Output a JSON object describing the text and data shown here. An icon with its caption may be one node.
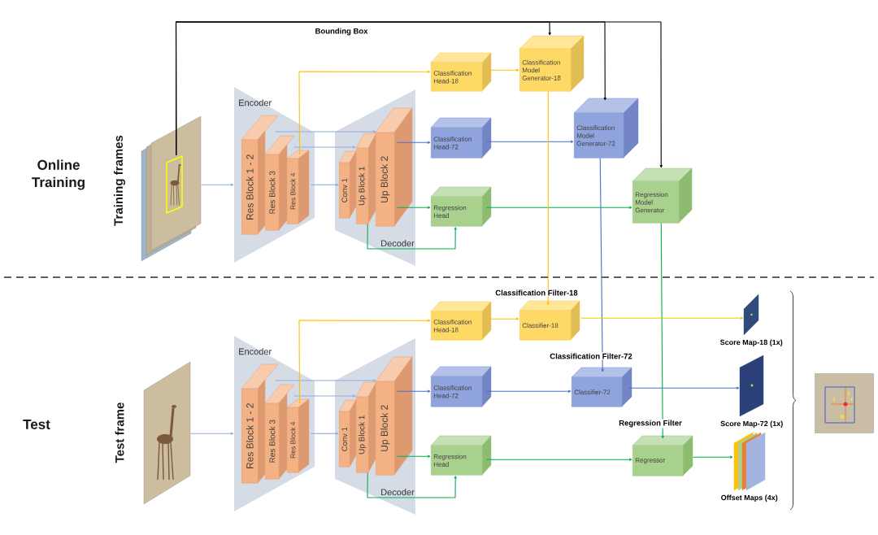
{
  "diagram": {
    "nodes": [
      {
        "text": [],
        "shape": "picture"
      },
      {
        "text": [
          "Encoder"
        ]
      },
      {
        "text": [
          "Res Block 1 - 2"
        ],
        "in": 1
      },
      {
        "text": [
          "Res Block 3"
        ],
        "in": 1
      },
      {
        "text": [
          "Res Block 4"
        ],
        "in": 1
      },
      {
        "text": [
          "Decoder"
        ]
      },
      {
        "text": [
          "Conv 1"
        ],
        "in": 5
      },
      {
        "text": [
          "Up Block 1"
        ],
        "in": 5
      },
      {
        "text": [
          "Up Block 2"
        ],
        "in": 5
      },
      {
        "text": [
          "Classification Head-18"
        ]
      },
      {
        "text": [
          "Classification Head-72"
        ]
      },
      {
        "text": [
          "Regression Head"
        ]
      },
      {
        "text": [
          "Classification Model Generator-18"
        ]
      },
      {
        "text": [
          "Classification Model Generator-72"
        ]
      },
      {
        "text": [
          "Regression Model Generator"
        ]
      },
      {
        "text": [],
        "shape": "picture"
      },
      {
        "text": [
          "Encoder"
        ]
      },
      {
        "text": [
          "Res Block 1 - 2"
        ],
        "in": 16
      },
      {
        "text": [
          "Res Block 3"
        ],
        "in": 16
      },
      {
        "text": [
          "Res Block 4"
        ],
        "in": 16
      },
      {
        "text": [
          "Decoder"
        ]
      },
      {
        "text": [
          "Conv 1"
        ],
        "in": 20
      },
      {
        "text": [
          "Up Block 1"
        ],
        "in": 20
      },
      {
        "text": [
          "Up Block 2"
        ],
        "in": 20
      },
      {
        "text": [
          "Classification Head-18"
        ]
      },
      {
        "text": [
          "Classification Head-72"
        ]
      },
      {
        "text": [
          "Regression Head"
        ]
      },
      {
        "text": [
          "Classifier-18"
        ]
      },
      {
        "text": [
          "Classifier-72"
        ]
      },
      {
        "text": [
          "Regressor"
        ]
      },
      {
        "text": [],
        "shape": "picture",
        "beside": [
          "Score Map-18 (1x)"
        ]
      },
      {
        "text": [],
        "shape": "picture",
        "beside": [
          "Score Map-72 (1x)"
        ]
      },
      {
        "text": [],
        "shape": "box",
        "beside": [
          "Offset Maps (4x)"
        ]
      }
    ],
    "edges": [
      {
        "from": 0,
        "to": 12,
        "arrow": "to",
        "label": "Bounding Box",
        "color": "#000000"
      },
      {
        "from": 0,
        "to": 13,
        "arrow": "to",
        "color": "#000000"
      },
      {
        "from": 0,
        "to": 14,
        "arrow": "to",
        "color": "#000000"
      },
      {
        "from": 0,
        "to": 1,
        "arrow": "to",
        "color": "#8faadc"
      },
      {
        "from": 2,
        "to": 8,
        "arrow": "to",
        "color": "#8faadc"
      },
      {
        "from": 3,
        "to": 7,
        "arrow": "to",
        "color": "#8faadc"
      },
      {
        "from": 4,
        "to": 6,
        "arrow": "to",
        "color": "#8faadc"
      },
      {
        "from": 4,
        "to": 9,
        "arrow": "to",
        "color": "#ffc000"
      },
      {
        "from": 8,
        "to": 10,
        "arrow": "to",
        "color": "#4472c4"
      },
      {
        "from": 8,
        "to": 11,
        "arrow": "to",
        "color": "#00b050"
      },
      {
        "from": 7,
        "to": 11,
        "arrow": "to",
        "color": "#00b050"
      },
      {
        "from": 9,
        "to": 12,
        "arrow": "to",
        "color": "#ffc000"
      },
      {
        "from": 10,
        "to": 13,
        "arrow": "to",
        "color": "#4472c4"
      },
      {
        "from": 11,
        "to": 14,
        "arrow": "to",
        "color": "#00b050"
      },
      {
        "from": 12,
        "to": 27,
        "arrow": "to",
        "label": "Classification Filter-18",
        "color": "#ffc000"
      },
      {
        "from": 13,
        "to": 28,
        "arrow": "to",
        "label": "Classification Filter-72",
        "color": "#4472c4"
      },
      {
        "from": 14,
        "to": 29,
        "arrow": "to",
        "label": "Regression Filter",
        "color": "#00b050"
      },
      {
        "from": 15,
        "to": 16,
        "arrow": "to",
        "color": "#8faadc"
      },
      {
        "from": 17,
        "to": 23,
        "arrow": "to",
        "color": "#8faadc"
      },
      {
        "from": 18,
        "to": 22,
        "arrow": "to",
        "color": "#8faadc"
      },
      {
        "from": 19,
        "to": 21,
        "arrow": "to",
        "color": "#8faadc"
      },
      {
        "from": 19,
        "to": 24,
        "arrow": "to",
        "color": "#ffc000"
      },
      {
        "from": 23,
        "to": 25,
        "arrow": "to",
        "color": "#4472c4"
      },
      {
        "from": 23,
        "to": 26,
        "arrow": "to",
        "color": "#00b050"
      },
      {
        "from": 22,
        "to": 26,
        "arrow": "to",
        "color": "#00b050"
      },
      {
        "from": 24,
        "to": 27,
        "arrow": "to",
        "color": "#ffc000"
      },
      {
        "from": 25,
        "to": 28,
        "arrow": "to",
        "color": "#4472c4"
      },
      {
        "from": 26,
        "to": 29,
        "arrow": "to",
        "color": "#00b050"
      },
      {
        "from": 27,
        "to": 30,
        "arrow": "to",
        "color": "#ffc000"
      },
      {
        "from": 28,
        "to": 31,
        "arrow": "to",
        "color": "#4472c4"
      },
      {
        "from": 29,
        "to": 32,
        "arrow": "to",
        "color": "#00b050"
      }
    ],
    "labels": [
      "Online Training",
      "Training frames",
      "Test",
      "Test frame",
      "t",
      "l",
      "r",
      "b"
    ]
  }
}
